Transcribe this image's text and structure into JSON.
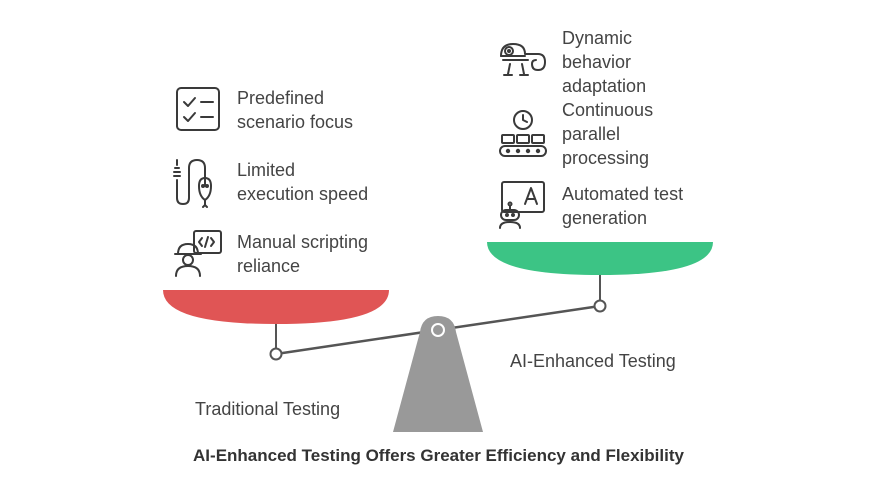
{
  "left": {
    "label": "Traditional Testing",
    "pan_color": "#e05555",
    "items": [
      {
        "icon": "checklist-icon",
        "text_lines": [
          "Predefined",
          "scenario focus"
        ]
      },
      {
        "icon": "snake-icon",
        "text_lines": [
          "Limited",
          "execution speed"
        ]
      },
      {
        "icon": "developer-code-icon",
        "text_lines": [
          "Manual scripting",
          "reliance"
        ]
      }
    ]
  },
  "right": {
    "label": "AI-Enhanced Testing",
    "pan_color": "#3cc485",
    "items": [
      {
        "icon": "chameleon-icon",
        "text_lines": [
          "Dynamic",
          "behavior",
          "adaptation"
        ]
      },
      {
        "icon": "conveyor-clock-icon",
        "text_lines": [
          "Continuous",
          "parallel",
          "processing"
        ]
      },
      {
        "icon": "robot-generator-icon",
        "text_lines": [
          "Automated test",
          "generation"
        ]
      }
    ]
  },
  "fulcrum_color": "#999999",
  "caption": "AI-Enhanced Testing Offers Greater Efficiency and Flexibility"
}
